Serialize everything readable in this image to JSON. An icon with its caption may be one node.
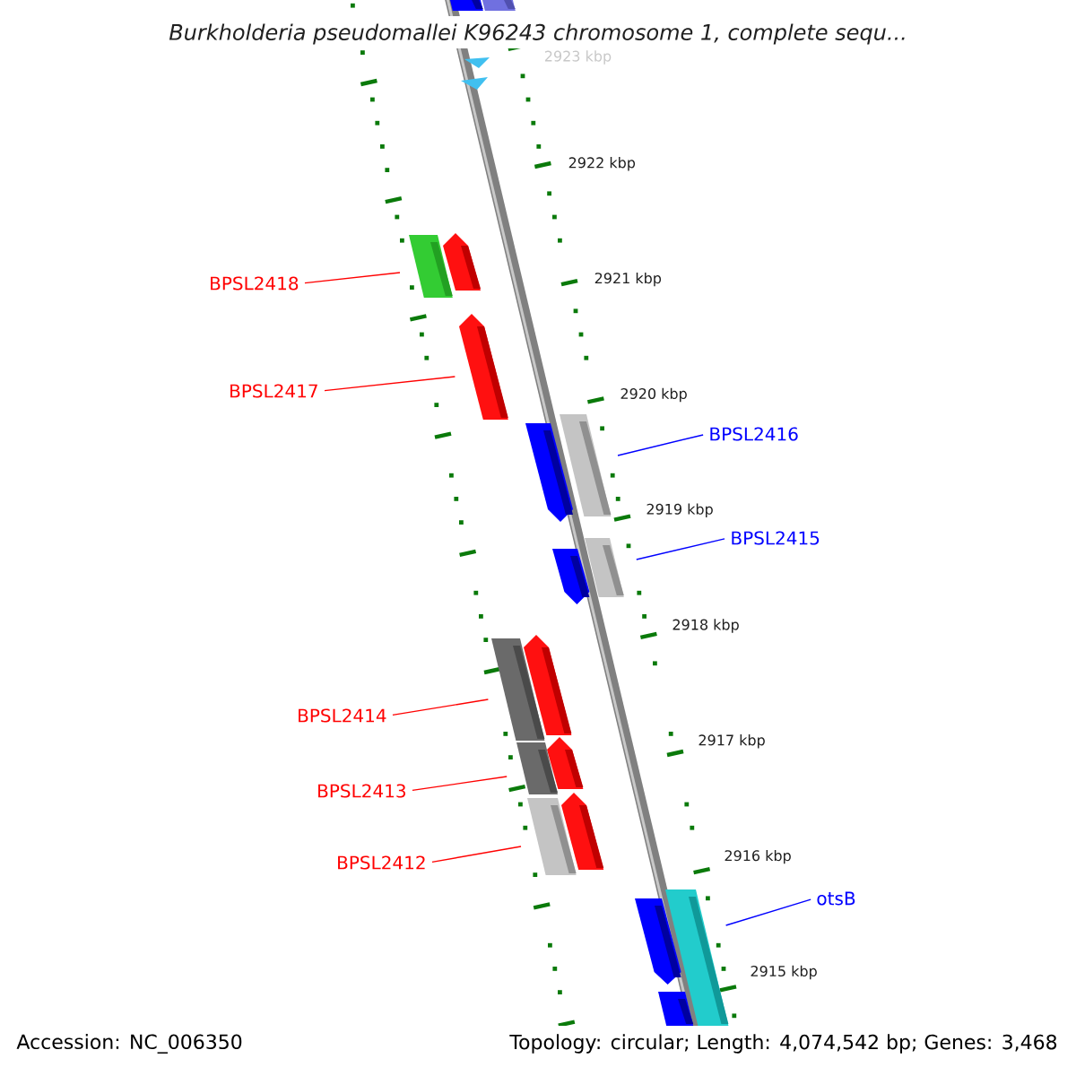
{
  "diagram": {
    "title": "Burkholderia pseudomallei K96243 chromosome 1, complete sequ...",
    "nodes": [
      {
        "text": [
          "BPSL2418"
        ]
      },
      {
        "text": [],
        "shape": "bar"
      },
      {
        "text": [
          "BPSL2417"
        ]
      },
      {
        "text": [],
        "shape": "bar"
      },
      {
        "text": [
          "BPSL2416"
        ]
      },
      {
        "text": [],
        "shape": "bar"
      },
      {
        "text": [
          "BPSL2415"
        ]
      },
      {
        "text": [],
        "shape": "bar"
      },
      {
        "text": [
          "BPSL2414"
        ]
      },
      {
        "text": [],
        "shape": "bar"
      },
      {
        "text": [
          "BPSL2413"
        ]
      },
      {
        "text": [],
        "shape": "bar"
      },
      {
        "text": [
          "BPSL2412"
        ]
      },
      {
        "text": [],
        "shape": "bar"
      },
      {
        "text": [
          "otsB"
        ]
      },
      {
        "text": [],
        "shape": "bar"
      }
    ],
    "edges": [
      {
        "from": 0,
        "to": 1,
        "arrow": "none"
      },
      {
        "from": 2,
        "to": 3,
        "arrow": "none"
      },
      {
        "from": 4,
        "to": 5,
        "arrow": "none",
        "color": "#0000ff"
      },
      {
        "from": 6,
        "to": 7,
        "arrow": "none",
        "color": "#0000ff"
      },
      {
        "from": 8,
        "to": 9,
        "arrow": "none"
      },
      {
        "from": 10,
        "to": 11,
        "arrow": "none"
      },
      {
        "from": 12,
        "to": 13,
        "arrow": "none"
      },
      {
        "from": 14,
        "to": 15,
        "arrow": "none",
        "color": "#0000ff"
      }
    ],
    "labels": [
      "2923 kbp",
      "2922 kbp",
      "2921 kbp",
      "2920 kbp",
      "2919 kbp",
      "2918 kbp",
      "2917 kbp",
      "2916 kbp",
      "2915 kbp",
      "Accession: NC_006350",
      "Topology: circular; Length: 4,074,542 bp; Genes: 3,468"
    ]
  }
}
